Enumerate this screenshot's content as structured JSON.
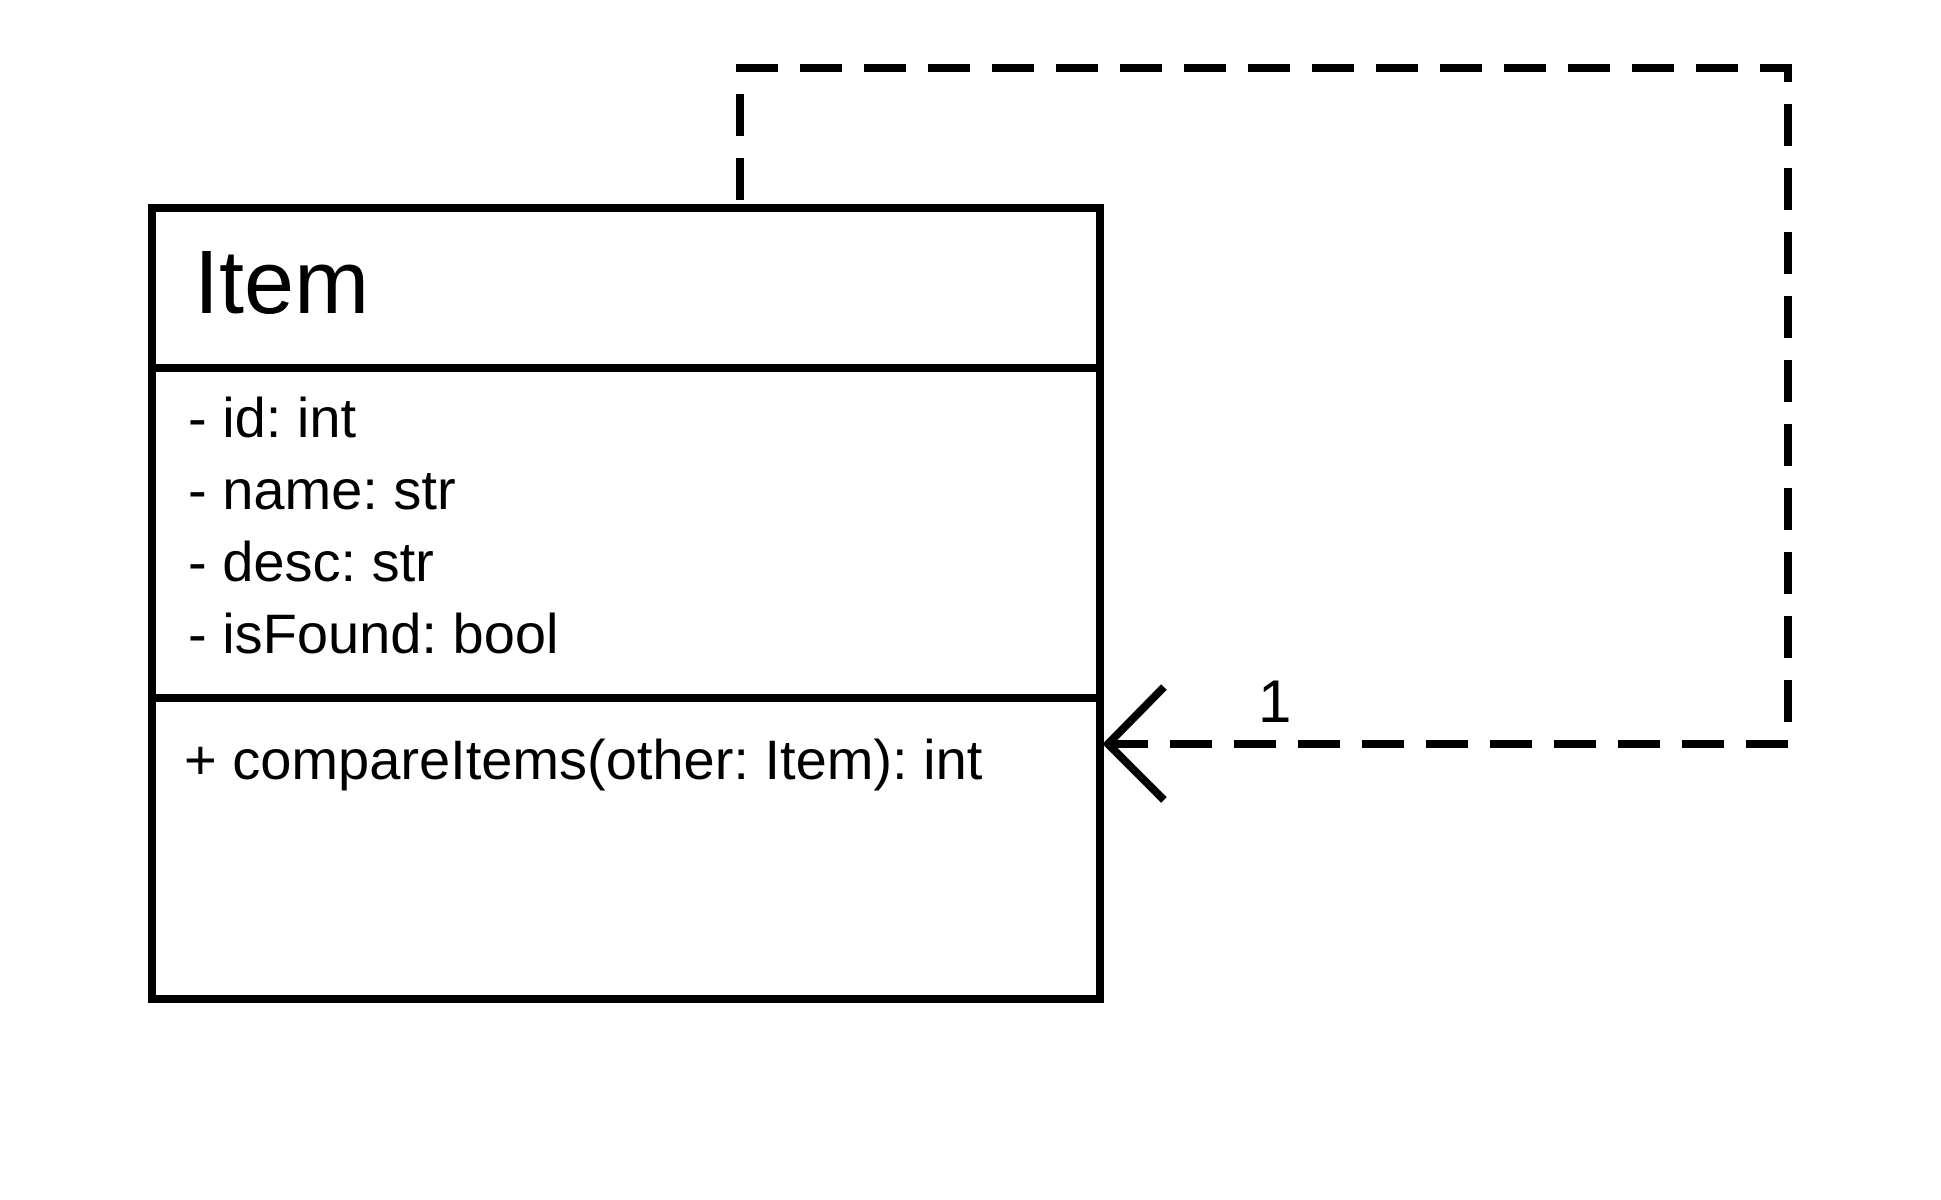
{
  "class": {
    "name": "Item",
    "attributes": [
      "- id: int",
      "- name: str",
      "- desc: str",
      "- isFound: bool"
    ],
    "methods": [
      "+ compareItems(other: Item): int"
    ]
  },
  "relationship": {
    "type": "self-dependency",
    "line_style": "dashed",
    "arrowhead": "open",
    "multiplicity": "1"
  }
}
